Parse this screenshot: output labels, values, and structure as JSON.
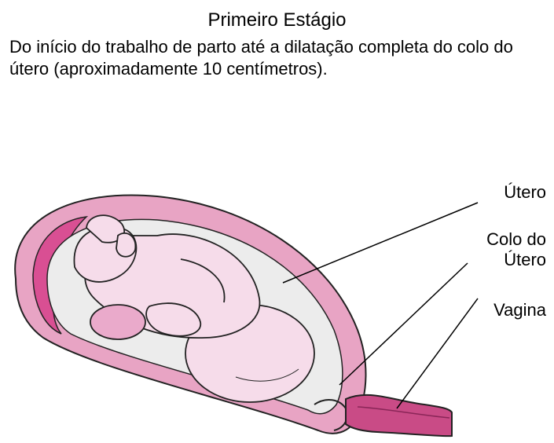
{
  "title": "Primeiro Estágio",
  "description": "Do início do trabalho de parto até a dilatação completa do colo do útero (aproximadamente 10 centímetros).",
  "labels": {
    "utero": "Útero",
    "colo_line1": "Colo do",
    "colo_line2": "Útero",
    "vagina": "Vagina"
  },
  "colors": {
    "uterus_wall": "#e8a4c4",
    "uterus_inner": "#d94f93",
    "fetus_skin": "#f6dcea",
    "amniotic": "#ececec",
    "vagina": "#c94b86"
  }
}
